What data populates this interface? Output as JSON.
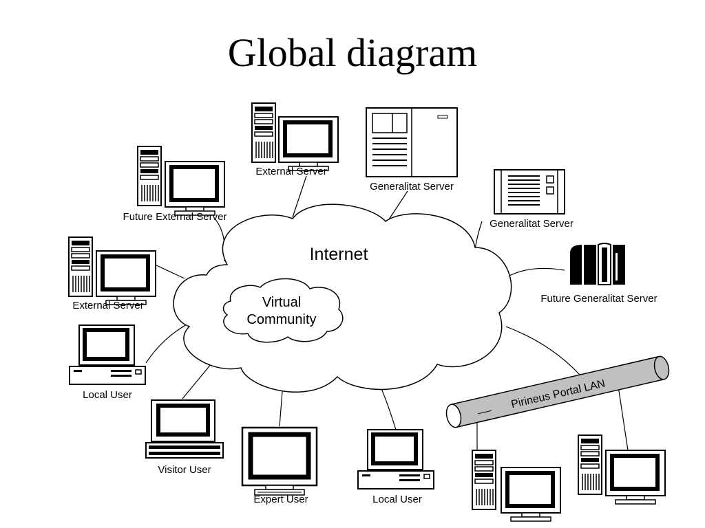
{
  "title": "Global diagram",
  "cloud": {
    "internet": "Internet",
    "virtual_line1": "Virtual",
    "virtual_line2": "Community"
  },
  "nodes": {
    "external_server_top": "External Server",
    "generalitat_server_top": "Generalitat Server",
    "future_external_server": "Future External Server",
    "generalitat_server_right": "Generalitat Server",
    "external_server_left": "External Server",
    "future_generalitat_server": "Future Generalitat Server",
    "local_user_left": "Local User",
    "visitor_user": "Visitor User",
    "expert_user": "Expert User",
    "local_user_bottom": "Local User"
  },
  "lan": {
    "label": "Pirineus Portal LAN"
  },
  "colors": {
    "ink": "#000000",
    "pipe": "#c0c0c0"
  }
}
